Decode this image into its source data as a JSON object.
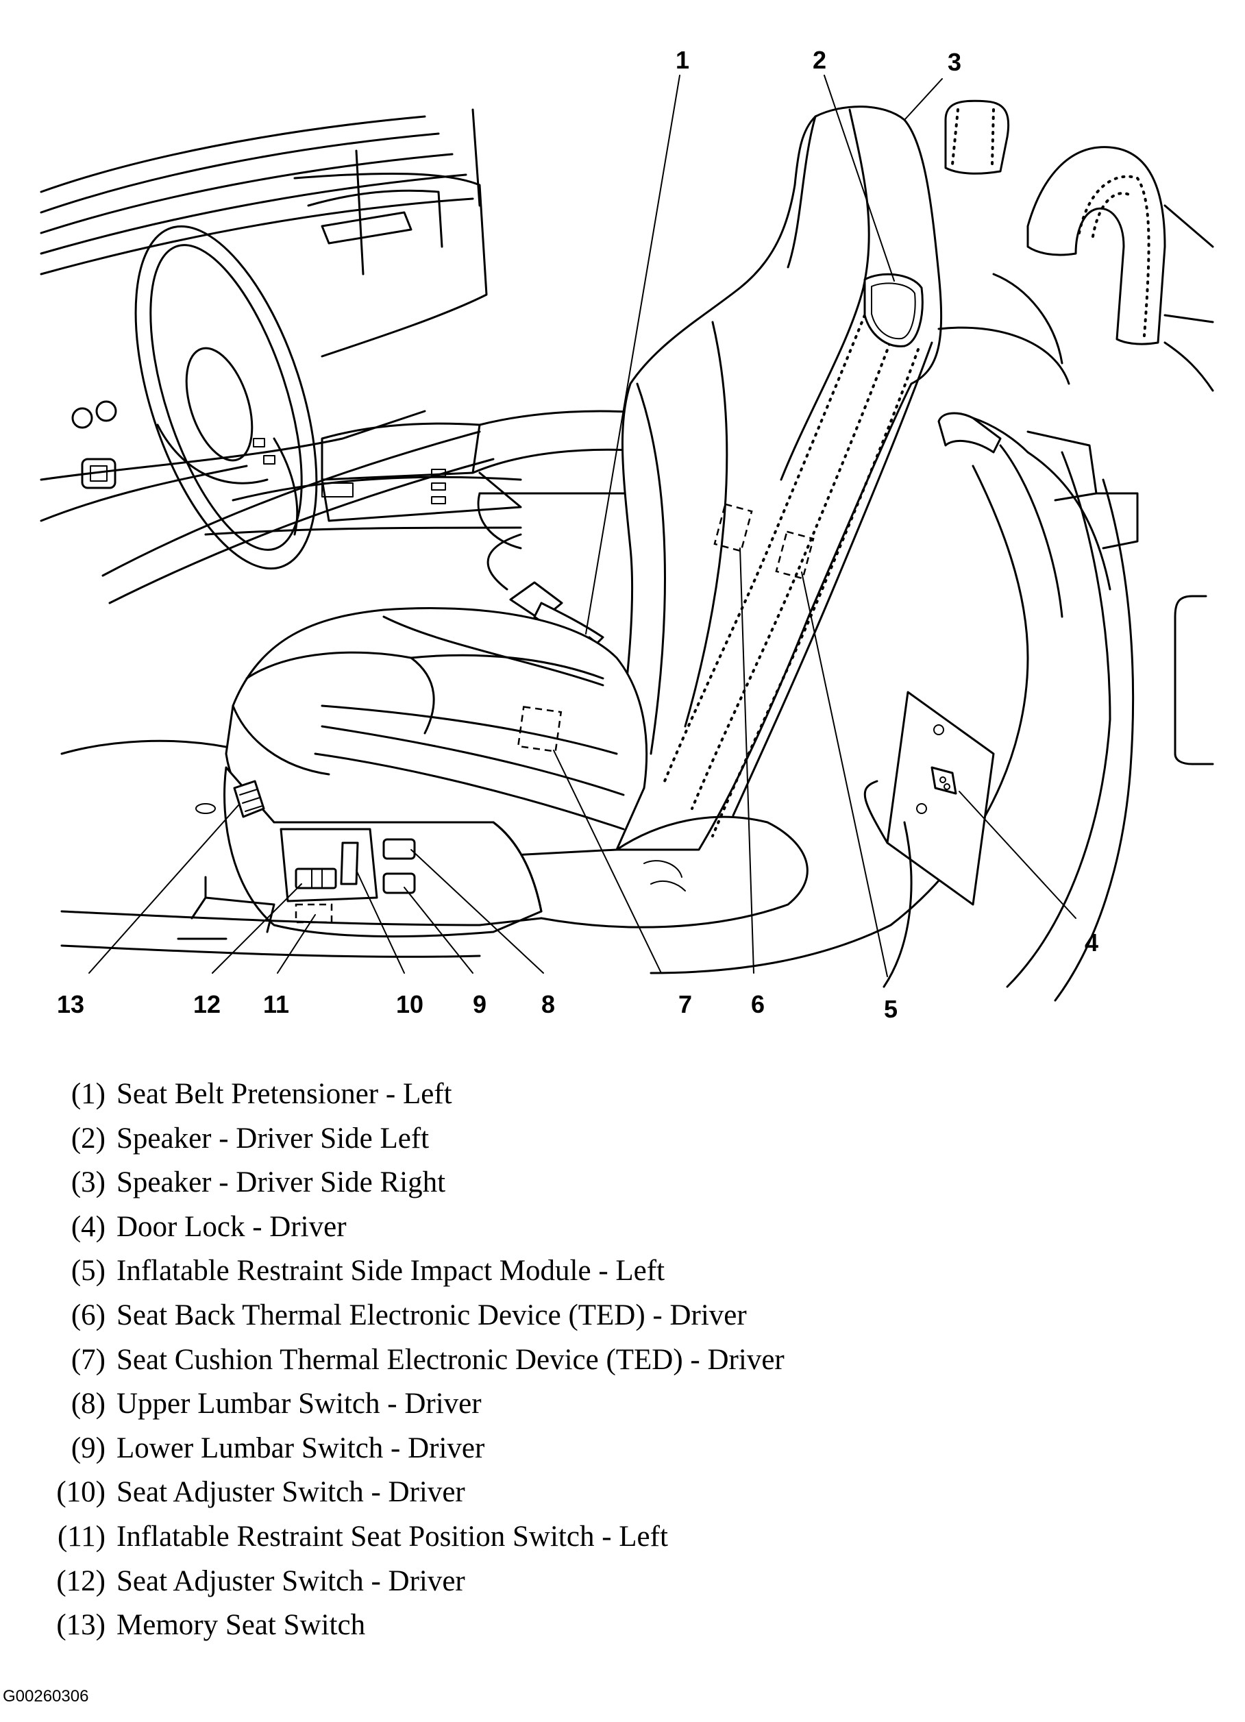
{
  "callouts": [
    "1",
    "2",
    "3",
    "4",
    "5",
    "6",
    "7",
    "8",
    "9",
    "10",
    "11",
    "12",
    "13"
  ],
  "legend": [
    {
      "num": "(1)",
      "text": "Seat Belt Pretensioner - Left"
    },
    {
      "num": "(2)",
      "text": "Speaker - Driver Side Left"
    },
    {
      "num": "(3)",
      "text": "Speaker - Driver Side Right"
    },
    {
      "num": "(4)",
      "text": "Door Lock - Driver"
    },
    {
      "num": "(5)",
      "text": "Inflatable Restraint Side Impact Module - Left"
    },
    {
      "num": "(6)",
      "text": "Seat Back Thermal Electronic Device (TED) - Driver"
    },
    {
      "num": "(7)",
      "text": "Seat Cushion Thermal Electronic Device (TED) - Driver"
    },
    {
      "num": "(8)",
      "text": "Upper Lumbar Switch - Driver"
    },
    {
      "num": "(9)",
      "text": "Lower Lumbar Switch - Driver"
    },
    {
      "num": "(10)",
      "text": "Seat Adjuster Switch - Driver"
    },
    {
      "num": "(11)",
      "text": "Inflatable Restraint Seat Position Switch - Left"
    },
    {
      "num": "(12)",
      "text": "Seat Adjuster Switch - Driver"
    },
    {
      "num": "(13)",
      "text": "Memory Seat Switch"
    }
  ],
  "figure_id": "G00260306"
}
